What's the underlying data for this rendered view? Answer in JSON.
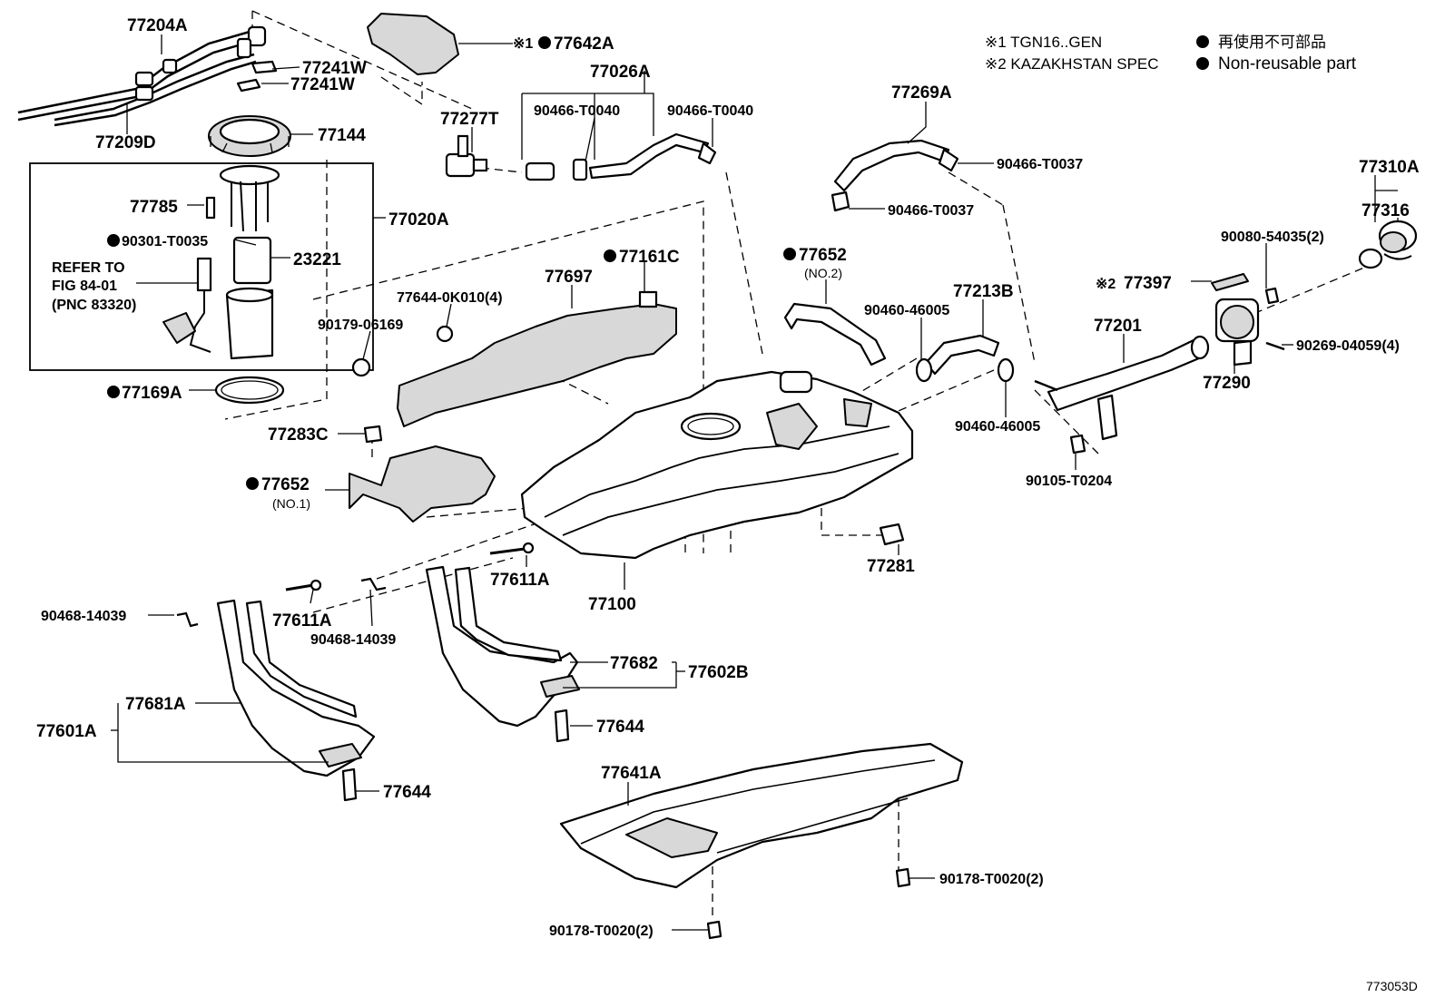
{
  "notes": {
    "note1": "※1 TGN16..GEN",
    "note2": "※2 KAZAKHSTAN SPEC",
    "legend_jp": "再使用不可部品",
    "legend_en": "Non-reusable part"
  },
  "figure_id": "773053D",
  "labels": {
    "p77204A": "77204A",
    "p77241W_a": "77241W",
    "p77241W_b": "77241W",
    "p77209D": "77209D",
    "p77144": "77144",
    "p77020A": "77020A",
    "p77785": "77785",
    "p90301": "90301-T0035",
    "p23221": "23221",
    "refer1": "REFER TO",
    "refer2": "FIG 84-01",
    "refer3": "(PNC 83320)",
    "p77169A": "77169A",
    "p77642A": "77642A",
    "p77642A_mark": "※1",
    "p77026A": "77026A",
    "p77277T": "77277T",
    "p90466_T0040_a": "90466-T0040",
    "p90466_T0040_b": "90466-T0040",
    "p77269A": "77269A",
    "p90466_T0037_a": "90466-T0037",
    "p90466_T0037_b": "90466-T0037",
    "p77310A": "77310A",
    "p77316": "77316",
    "p90080": "90080-54035(2)",
    "p77397": "77397",
    "p77397_mark": "※2",
    "p77201": "77201",
    "p90269": "90269-04059(4)",
    "p77290": "77290",
    "p77213B": "77213B",
    "p90460_a": "90460-46005",
    "p90460_b": "90460-46005",
    "p90105": "90105-T0204",
    "p77652_2": "77652",
    "p77652_2_sub": "(NO.2)",
    "p77161C": "77161C",
    "p77697": "77697",
    "p77644_0K010": "77644-0K010(4)",
    "p90179": "90179-06169",
    "p77283C": "77283C",
    "p77652_1": "77652",
    "p77652_1_sub": "(NO.1)",
    "p77281": "77281",
    "p77100": "77100",
    "p77611A_a": "77611A",
    "p77611A_b": "77611A",
    "p90468_a": "90468-14039",
    "p90468_b": "90468-14039",
    "p77682": "77682",
    "p77602B": "77602B",
    "p77644_a": "77644",
    "p77644_b": "77644",
    "p77681A": "77681A",
    "p77601A": "77601A",
    "p77641A": "77641A",
    "p90178_a": "90178-T0020(2)",
    "p90178_b": "90178-T0020(2)"
  }
}
